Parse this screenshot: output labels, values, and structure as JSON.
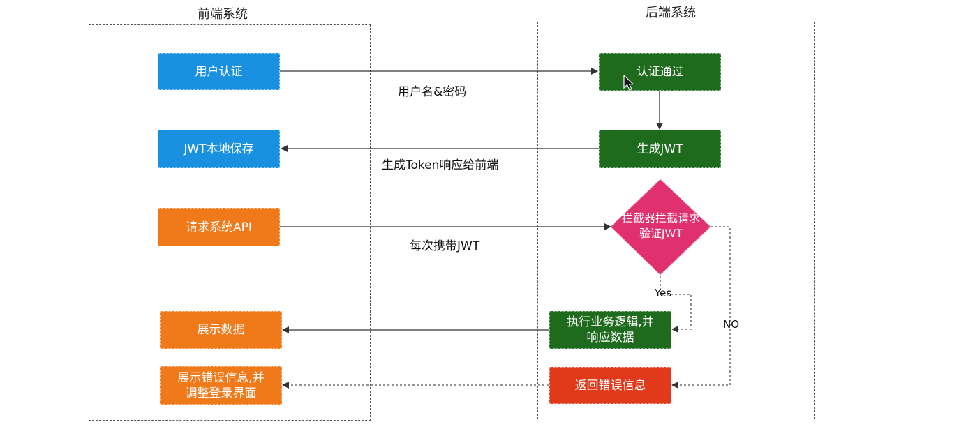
{
  "panels": {
    "frontend": {
      "title": "前端系统"
    },
    "backend": {
      "title": "后端系统"
    }
  },
  "nodes": {
    "user_auth": {
      "label": "用户认证",
      "color": "#1a90e0"
    },
    "jwt_save": {
      "label": "JWT本地保存",
      "color": "#1a90e0"
    },
    "request_api": {
      "label": "请求系统API",
      "color": "#f07a1a"
    },
    "show_data": {
      "label": "展示数据",
      "color": "#f07a1a"
    },
    "show_error": {
      "label": "展示错误信息,并\n调整登录界面",
      "color": "#f07a1a"
    },
    "auth_pass": {
      "label": "认证通过",
      "color": "#1e6b1e"
    },
    "gen_jwt": {
      "label": "生成JWT",
      "color": "#1e6b1e"
    },
    "interceptor": {
      "label": "拦截器拦截请求\n验证JWT",
      "color": "#e0306e"
    },
    "exec_logic": {
      "label": "执行业务逻辑,并\n响应数据",
      "color": "#1e6b1e"
    },
    "return_error": {
      "label": "返回错误信息",
      "color": "#e03a1a"
    }
  },
  "edges": {
    "credentials": "用户名&密码",
    "token_response": "生成Token响应给前端",
    "carry_jwt": "每次携带JWT",
    "yes": "Yes",
    "no": "NO"
  }
}
